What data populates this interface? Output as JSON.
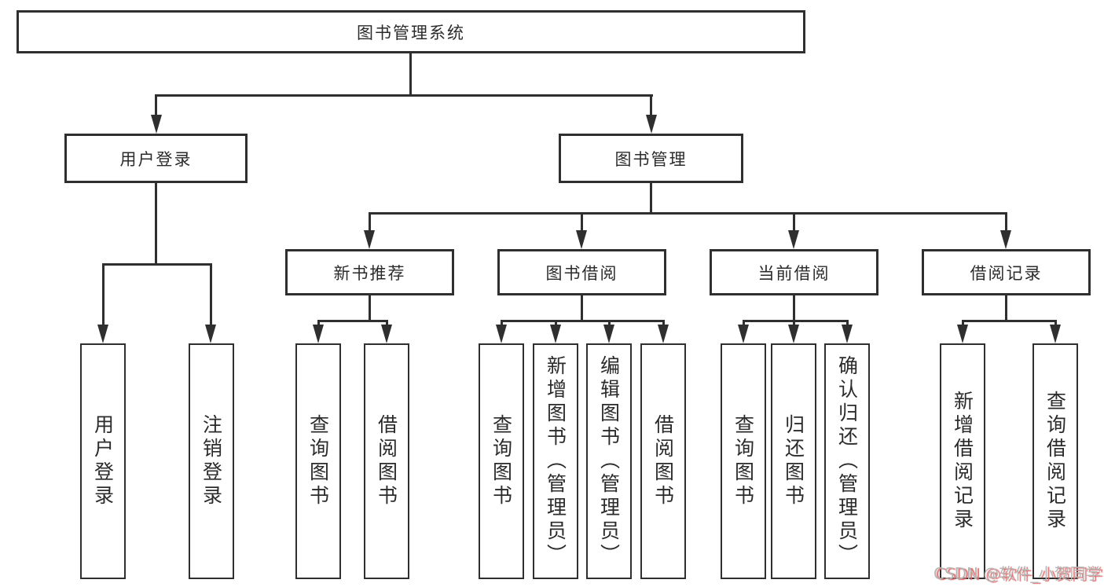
{
  "diagram": {
    "root": {
      "label": "图书管理系统"
    },
    "level1": {
      "user_login": {
        "label": "用户登录"
      },
      "book_mgmt": {
        "label": "图书管理"
      }
    },
    "level2": {
      "new_books": {
        "label": "新书推荐"
      },
      "book_borrow": {
        "label": "图书借阅"
      },
      "current_borrow": {
        "label": "当前借阅"
      },
      "borrow_records": {
        "label": "借阅记录"
      }
    },
    "leaves": {
      "user_login": [
        "用户登录",
        "注销登录"
      ],
      "new_books": [
        "查询图书",
        "借阅图书"
      ],
      "book_borrow": [
        "查询图书",
        "新增图书（管理员）",
        "编辑图书（管理员）",
        "借阅图书"
      ],
      "current_borrow": [
        "查询图书",
        "归还图书",
        "确认归还（管理员）"
      ],
      "borrow_records": [
        "新增借阅记录",
        "查询借阅记录"
      ]
    }
  },
  "watermark": {
    "text": "CSDN @软件_小贺同学"
  },
  "colors": {
    "line": "#2f2f2f",
    "text": "#2b2b2b",
    "background": "#ffffff",
    "watermark": "#b5b5b5",
    "watermark_accent": "#e06a6a"
  }
}
